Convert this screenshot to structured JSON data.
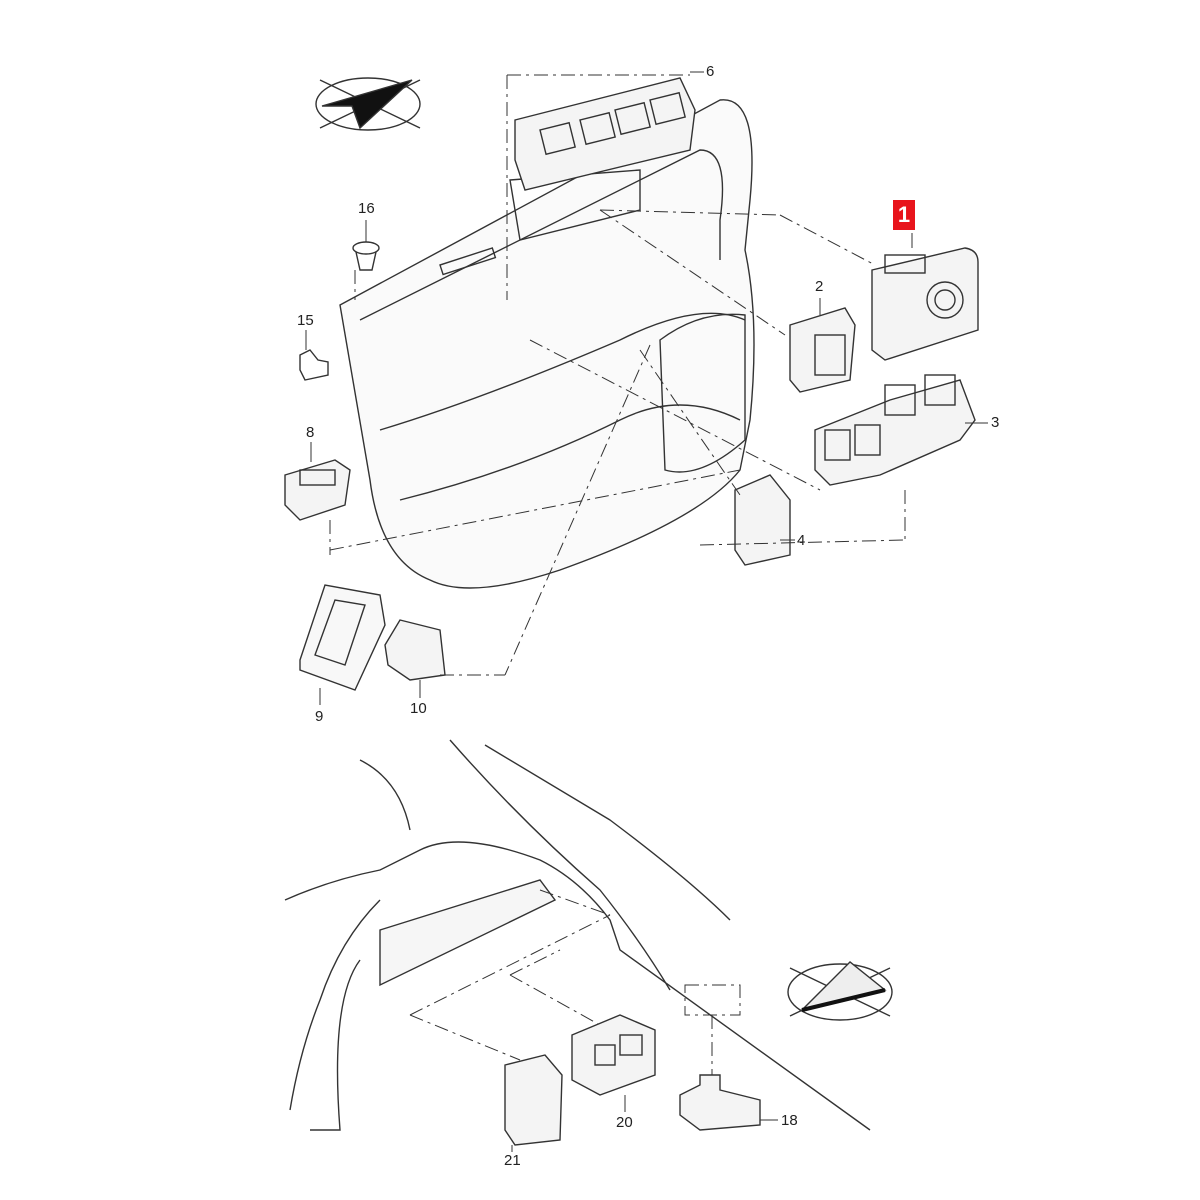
{
  "diagram": {
    "highlighted_part": "1",
    "highlight_color": "#e8141c",
    "part_labels": [
      "6",
      "16",
      "15",
      "2",
      "3",
      "8",
      "4",
      "9",
      "10",
      "21",
      "20",
      "18"
    ]
  }
}
